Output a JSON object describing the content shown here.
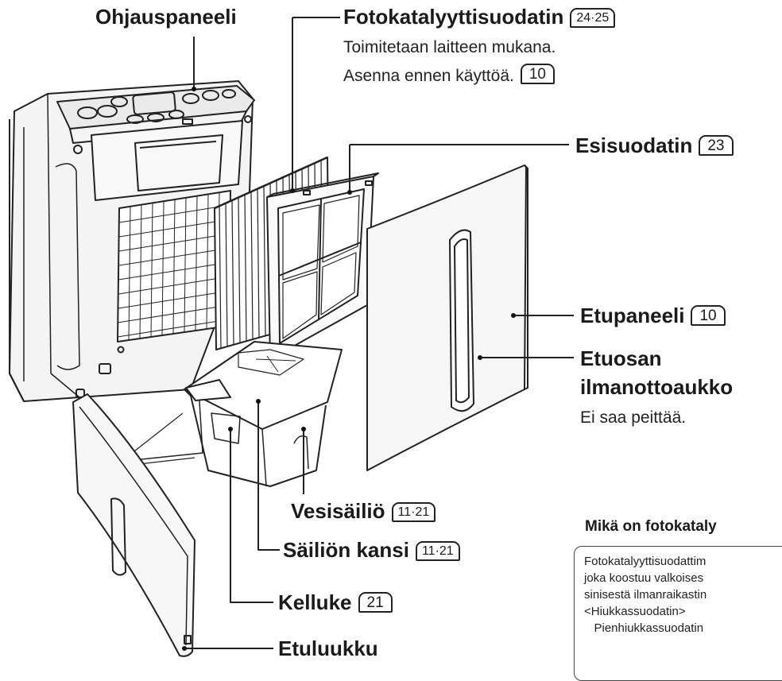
{
  "labels": {
    "control_panel": "Ohjauspaneeli",
    "photocatalyst_filter": "Fotokatalyyttisuodatin",
    "photocatalyst_filter_page": "24·25",
    "photocatalyst_note_1": "Toimitetaan laitteen mukana.",
    "photocatalyst_note_2": "Asenna ennen käyttöä.",
    "photocatalyst_note_page": "10",
    "pre_filter": "Esisuodatin",
    "pre_filter_page": "23",
    "front_panel": "Etupaneeli",
    "front_panel_page": "10",
    "front_intake_line1": "Etuosan",
    "front_intake_line2": "ilmanottoaukko",
    "front_intake_note": "Ei saa peittää.",
    "water_tank": "Vesisäiliö",
    "water_tank_page": "11·21",
    "tank_lid": "Säiliön kansi",
    "tank_lid_page": "11·21",
    "float": "Kelluke",
    "float_page": "21",
    "front_door": "Etuluukku"
  },
  "info": {
    "heading": "Mikä on fotokataly",
    "lines": [
      "Fotokatalyyttisuodattim",
      "joka koostuu valkoises",
      "sinisestä ilmanraikastin",
      "<Hiukkassuodatin>",
      "   Pienhiukkassuodatin"
    ]
  }
}
